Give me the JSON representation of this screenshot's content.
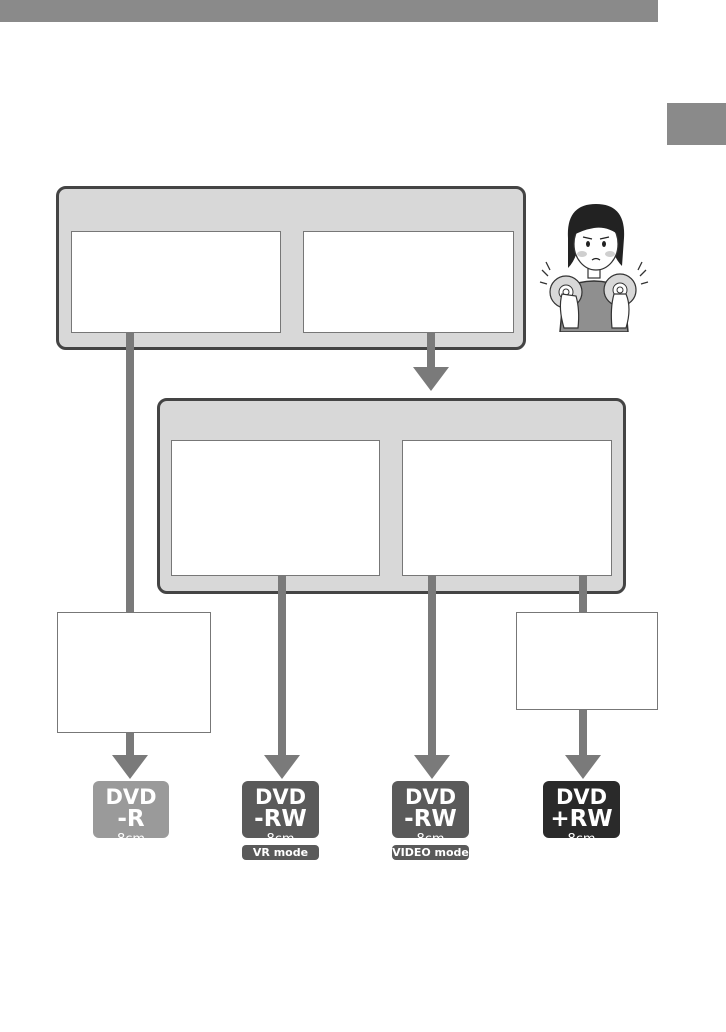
{
  "discs": [
    {
      "name": "DVD",
      "type": "-R",
      "size": "8cm",
      "mode": "",
      "color": "#9a9a9a"
    },
    {
      "name": "DVD",
      "type": "-RW",
      "size": "8cm",
      "mode": "VR mode",
      "color": "#5a5a5a"
    },
    {
      "name": "DVD",
      "type": "-RW",
      "size": "8cm",
      "mode": "VIDEO mode",
      "color": "#5a5a5a"
    },
    {
      "name": "DVD",
      "type": "+RW",
      "size": "8cm",
      "mode": "",
      "color": "#2a2a2a"
    }
  ],
  "colors": {
    "panel_fill": "#d8d8d8",
    "panel_border": "#444444",
    "connector": "#7a7a7a",
    "header_bar": "#8a8a8a"
  },
  "icons": {
    "illustration": "person-holding-discs-icon"
  }
}
